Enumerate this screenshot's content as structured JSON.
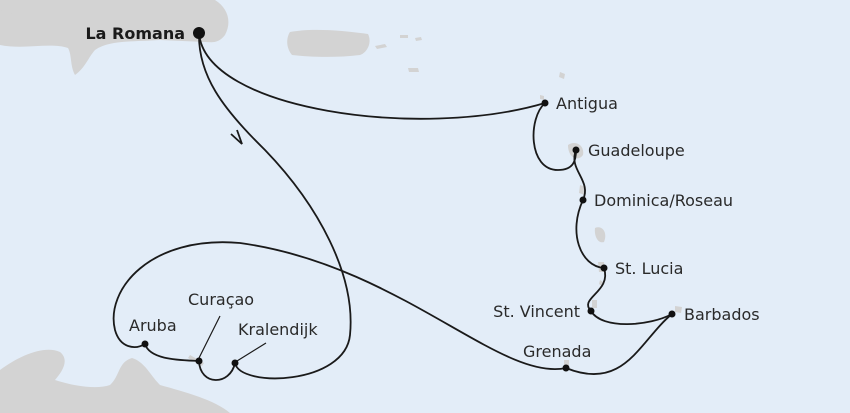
{
  "map": {
    "type": "cruise-route",
    "start_port": "La Romana",
    "ports": [
      {
        "name": "La Romana",
        "role": "start"
      },
      {
        "name": "Antigua"
      },
      {
        "name": "Guadeloupe"
      },
      {
        "name": "Dominica/Roseau"
      },
      {
        "name": "St. Lucia"
      },
      {
        "name": "St. Vincent"
      },
      {
        "name": "Barbados"
      },
      {
        "name": "Grenada"
      },
      {
        "name": "Aruba"
      },
      {
        "name": "Curaçao"
      },
      {
        "name": "Kralendijk"
      }
    ],
    "colors": {
      "sea": "#e3edf8",
      "land": "#d3d3d3",
      "route": "#1a1a1a"
    }
  }
}
